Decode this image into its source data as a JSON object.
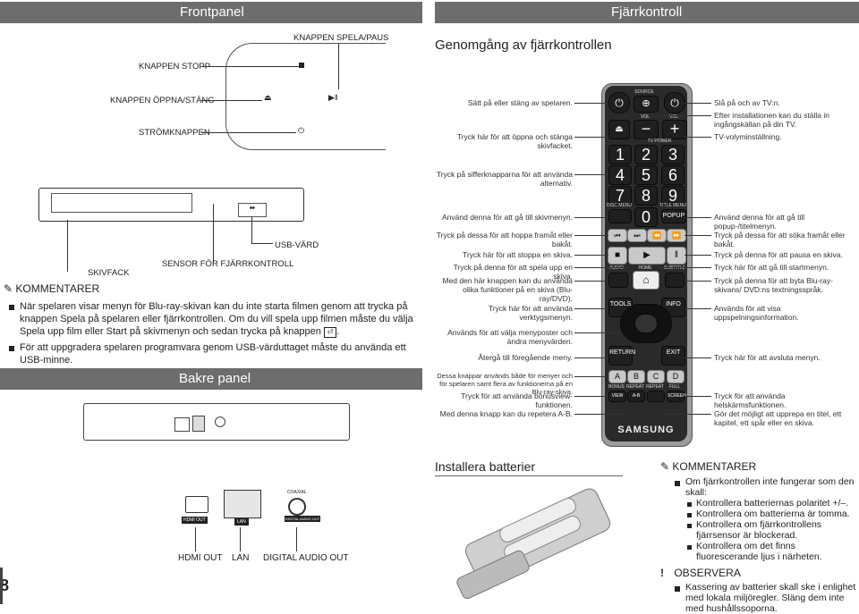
{
  "page_number": "8",
  "frontpanel": {
    "header": "Frontpanel",
    "labels": {
      "play_pause": "KNAPPEN SPELA/PAUS",
      "stop": "KNAPPEN STOPP",
      "open_close": "KNAPPEN ÖPPNA/STÄNG",
      "power": "STRÖMKNAPPEN",
      "usb": "USB-VÄRD",
      "sensor": "SENSOR FÖR FJÄRRKONTROLL",
      "tray": "SKIVFACK"
    }
  },
  "note_left": {
    "title": "KOMMENTARER",
    "items": [
      "När spelaren visar menyn för Blu-ray-skivan kan du inte starta filmen genom att trycka på knappen Spela på spelaren eller fjärrkontrollen. Om du vill spela upp filmen måste du välja Spela upp film eller Start på skivmenyn och sedan trycka på knappen",
      "För att uppgradera spelaren programvara genom USB-värduttaget måste du använda ett USB-minne."
    ]
  },
  "bakre": {
    "header": "Bakre panel",
    "ports": {
      "hdmi": "HDMI OUT",
      "lan": "LAN",
      "coaxial_top": "COAXIAL",
      "coaxial_bottom": "DIGITAL AUDIO OUT",
      "digital": "DIGITAL AUDIO OUT"
    }
  },
  "remote": {
    "header": "Fjärrkontroll",
    "title": "Genomgång av fjärrkontrollen",
    "left_labels": {
      "l1": "Sätt på eller stäng av spelaren.",
      "l2": "Tryck här för att öppna och stänga skivfacket.",
      "l3": "Tryck på sifferknapparna för att använda alternativ.",
      "l4": "Använd denna för att gå till skivmenyn.",
      "l5": "Tryck på dessa för att hoppa framåt eller bakåt.",
      "l6": "Tryck här för att stoppa en skiva.",
      "l7": "Tryck på denna för att spela upp en skiva.",
      "l8": "Med den här knappen kan du använda olika funktioner på en skiva (Blu-ray/DVD).",
      "l9": "Tryck här för att använda verktygsmenyn.",
      "l10": "Används för att välja menyposter och ändra menyvärden.",
      "l11": "Återgå till föregående meny.",
      "l12": "Dessa knappar används både för menyer och för spelaren samt flera av funktionerna på en Blu-ray-skiva.",
      "l13": "Tryck för att använda bonusview-funktionen.",
      "l14": "Med denna knapp kan du repetera A-B."
    },
    "right_labels": {
      "r1": "Slå på och av TV:n.",
      "r2": "Efter installationen kan du ställa in ingångskällan på din TV.",
      "r3": "TV-volyminställning.",
      "r4": "Använd denna för att gå till popup-/titelmenyn.",
      "r5": "Tryck på dessa för att söka framåt eller bakåt.",
      "r6": "Tryck på denna för att pausa en skiva.",
      "r7": "Tryck här för att gå till startmenyn.",
      "r8": "Tryck på denna för att byta Blu-ray-skivans/ DVD:ns textningsspråk.",
      "r9": "Används för att visa uppspelningsinformation.",
      "r10": "Tryck här för att avsluta menyn.",
      "r11": "Tryck för att använda helskärmsfunktionen.",
      "r12": "Gör det möjligt att upprepa en titel, ett kapitel, ett spår eller en skiva."
    },
    "keys": {
      "source": "SOURCE",
      "vol": "VOL",
      "tv_power": "TV POWER",
      "tv_vol": "VOL",
      "digits": [
        "1",
        "2",
        "3",
        "4",
        "5",
        "6",
        "7",
        "8",
        "9",
        "0"
      ],
      "disc_menu": "DISC MENU",
      "title_menu": "TITLE MENU",
      "popup": "POPUP",
      "audio": "AUDIO",
      "home": "HOME",
      "subtitle": "SUBTITLE",
      "tools": "TOOLS",
      "info": "INFO",
      "return": "RETURN",
      "exit": "EXIT",
      "colors": [
        "A",
        "B",
        "C",
        "D"
      ],
      "bonus": "BONUS",
      "view": "VIEW",
      "repeat": "REPEAT",
      "ab": "A-B",
      "repeat2": "REPEAT",
      "full": "FULL",
      "screen": "SCREEN",
      "brand": "SAMSUNG"
    }
  },
  "install": {
    "title": "Installera batterier"
  },
  "note_right": {
    "title": "KOMMENTARER",
    "lead": "Om fjärrkontrollen inte fungerar som den skall:",
    "items": [
      "Kontrollera batteriernas polaritet +/–.",
      "Kontrollera om batterierna är tomma.",
      "Kontrollera om fjärrkontrollens fjärrsensor är blockerad.",
      "Kontrollera om det finns fluorescerande ljus i närheten."
    ],
    "caution_title": "OBSERVERA",
    "caution_items": [
      "Kassering av batterier skall ske i enlighet med lokala miljöregler. Släng dem inte med hushållssoporna."
    ]
  }
}
